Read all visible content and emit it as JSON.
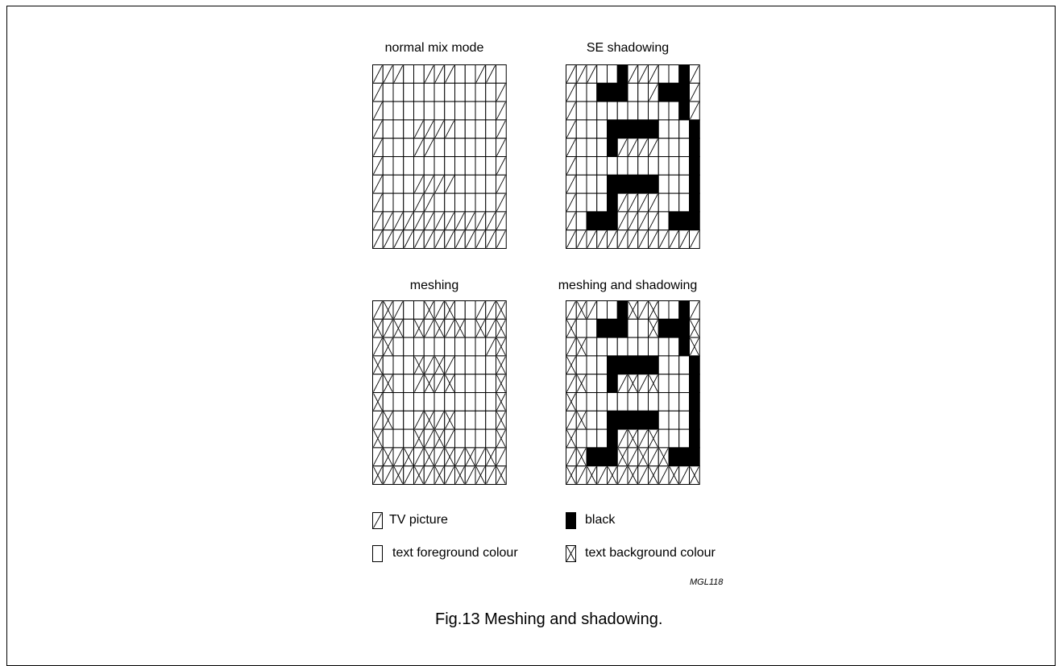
{
  "panels": [
    {
      "title": "normal mix mode",
      "rows": [
        "HHHWWHHHWWHHW",
        "HWWWWWWWWWWWH",
        "HWWWWWWWWWWWH",
        "HWWWHHHHWWWWH",
        "HWWWHHWWWWWWH",
        "HWWWWWWWWWWWH",
        "HWWWHHHHWWWWH",
        "HWWWHHWWWWWWH",
        "HHHHHHHHHHHHH",
        "HHHHHHHHHHHHH"
      ]
    },
    {
      "title": "SE shadowing",
      "rows": [
        "HHHWWBHHHWWBH",
        "HWWBBBWWHBBBH",
        "HWWWWWWWWWWBH",
        "HWWWBBBBBWWWB",
        "HWWWBHHHHWWWB",
        "HWWWWWWWWWWWB",
        "HWWWBBBBBWWWB",
        "HWWWBHHHHWWWB",
        "HWBBBHHHHWBBB",
        "HHHHHHHHHHHHH"
      ]
    },
    {
      "title": "meshing",
      "rows": [
        "HXHWWXHXWWHHX",
        "XHXWXHXHXWXHX",
        "HXWWWWWWWWWHX",
        "XWWWXHXHWWWWX",
        "HXWWHXHXWWWWX",
        "XWWWWWWWWWWWX",
        "HXWWHXHXWWWWX",
        "XWWWXHXHWWWWX",
        "HXHXHXHXHXHXH",
        "XHXHXHXHXHXHX"
      ]
    },
    {
      "title": "meshing and shadowing",
      "rows": [
        "HXHWWBXHXWWBH",
        "XWWBBBWWXBBBX",
        "HXWWWWWWWWWBX",
        "XWWWBBBBBWWWB",
        "HXWWBHXHXWWWB",
        "XWWWWWWWWWWWB",
        "HXWWBBBBBWWWB",
        "XWWWBHXHXWWWB",
        "HXBBBXHXHXBBB",
        "XHXHXHXHXHXHX"
      ]
    }
  ],
  "legend": {
    "tv_picture": "TV picture",
    "black": "black",
    "text_foreground": "text foreground colour",
    "text_background": "text background colour"
  },
  "figure_code": "MGL118",
  "caption": "Fig.13  Meshing and shadowing."
}
